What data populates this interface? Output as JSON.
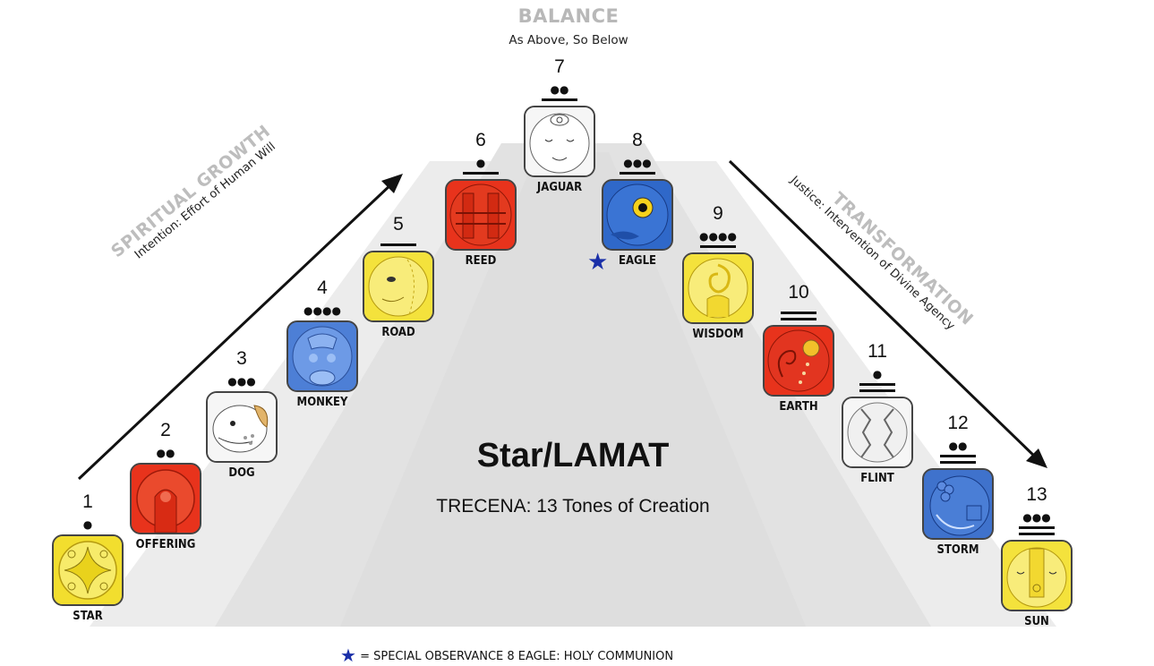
{
  "header": {
    "title": "BALANCE",
    "subtitle": "As Above, So Below"
  },
  "left_arc": {
    "title": "SPIRITUAL GROWTH",
    "subtitle": "Intention: Effort of Human Will"
  },
  "right_arc": {
    "title": "TRANSFORMATION",
    "subtitle": "Justice: Intervention of Divine Agency"
  },
  "center": {
    "title": "Star/LAMAT",
    "subtitle": "TRECENA: 13 Tones of Creation"
  },
  "footer": {
    "legend": "= SPECIAL OBSERVANCE   8 EAGLE:  HOLY COMMUNION",
    "star_color": "#1a2fa8"
  },
  "tones": [
    {
      "number": "1",
      "label": "STAR",
      "dots": 1,
      "bars": 0,
      "color": "#f2de2e",
      "icon": "star-glyph"
    },
    {
      "number": "2",
      "label": "OFFERING",
      "dots": 2,
      "bars": 0,
      "color": "#e8331c",
      "icon": "offering-glyph"
    },
    {
      "number": "3",
      "label": "DOG",
      "dots": 3,
      "bars": 0,
      "color": "#f6f6f6",
      "icon": "dog-glyph"
    },
    {
      "number": "4",
      "label": "MONKEY",
      "dots": 4,
      "bars": 0,
      "color": "#4d7fd6",
      "icon": "monkey-glyph"
    },
    {
      "number": "5",
      "label": "ROAD",
      "dots": 0,
      "bars": 1,
      "color": "#f4e23c",
      "icon": "road-glyph"
    },
    {
      "number": "6",
      "label": "REED",
      "dots": 1,
      "bars": 1,
      "color": "#e8331c",
      "icon": "reed-glyph"
    },
    {
      "number": "7",
      "label": "JAGUAR",
      "dots": 2,
      "bars": 1,
      "color": "#f6f6f6",
      "icon": "jaguar-glyph"
    },
    {
      "number": "8",
      "label": "EAGLE",
      "dots": 3,
      "bars": 1,
      "color": "#2f68c9",
      "icon": "eagle-glyph",
      "special": true
    },
    {
      "number": "9",
      "label": "WISDOM",
      "dots": 4,
      "bars": 1,
      "color": "#f4e23c",
      "icon": "wisdom-glyph"
    },
    {
      "number": "10",
      "label": "EARTH",
      "dots": 0,
      "bars": 2,
      "color": "#e8331c",
      "icon": "earth-glyph"
    },
    {
      "number": "11",
      "label": "FLINT",
      "dots": 1,
      "bars": 2,
      "color": "#f6f6f6",
      "icon": "flint-glyph"
    },
    {
      "number": "12",
      "label": "STORM",
      "dots": 2,
      "bars": 2,
      "color": "#3f72cc",
      "icon": "storm-glyph"
    },
    {
      "number": "13",
      "label": "SUN",
      "dots": 3,
      "bars": 2,
      "color": "#f4e23c",
      "icon": "sun-glyph"
    }
  ]
}
